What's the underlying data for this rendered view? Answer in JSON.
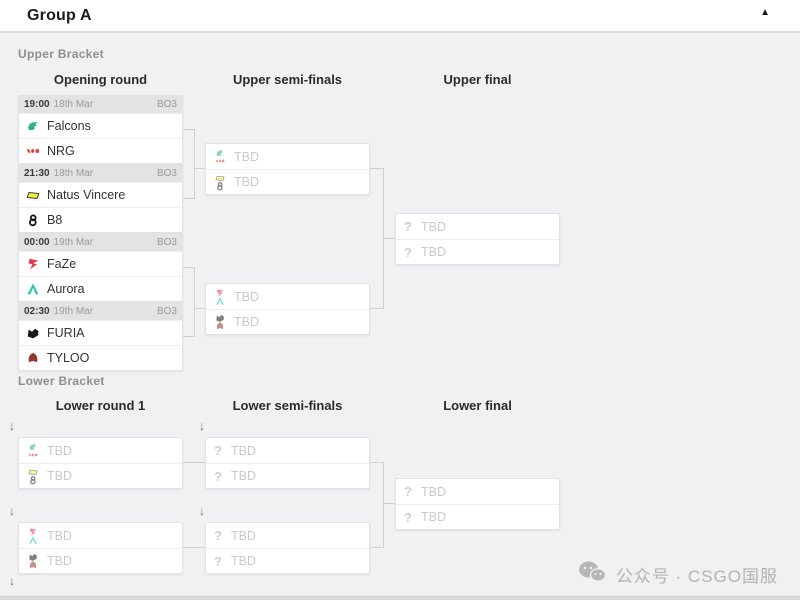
{
  "header": {
    "title": "Group A",
    "collapse_icon": "▲"
  },
  "upper": {
    "label": "Upper Bracket",
    "columns": [
      "Opening round",
      "Upper semi-finals",
      "Upper final"
    ],
    "matches": [
      {
        "time": "19:00",
        "date": "18th Mar",
        "format": "BO3",
        "team1": "Falcons",
        "team2": "NRG"
      },
      {
        "time": "21:30",
        "date": "18th Mar",
        "format": "BO3",
        "team1": "Natus Vincere",
        "team2": "B8"
      },
      {
        "time": "00:00",
        "date": "19th Mar",
        "format": "BO3",
        "team1": "FaZe",
        "team2": "Aurora"
      },
      {
        "time": "02:30",
        "date": "19th Mar",
        "format": "BO3",
        "team1": "FURIA",
        "team2": "TYLOO"
      }
    ]
  },
  "lower": {
    "label": "Lower Bracket",
    "columns": [
      "Lower round 1",
      "Lower semi-finals",
      "Lower final"
    ]
  },
  "placeholders": {
    "tbd": "TBD",
    "question": "?",
    "drop_arrow": "↓"
  },
  "watermark": {
    "text": "公众号 · CSGO国服"
  },
  "team_colors": {
    "falcons": "#2fb585",
    "nrg": "#d8432c",
    "natus_vincere": "#f6ee3f",
    "b8": "#141414",
    "faze": "#e03a4e",
    "aurora": "#1fbfae",
    "furia": "#181818",
    "tyloo": "#93382f"
  },
  "ui_colors": {
    "panel_bg": "#f1f1f3",
    "header_bg": "#ffffff",
    "card_header_bg": "#e3e3e4",
    "connector": "#cfcfcf"
  }
}
